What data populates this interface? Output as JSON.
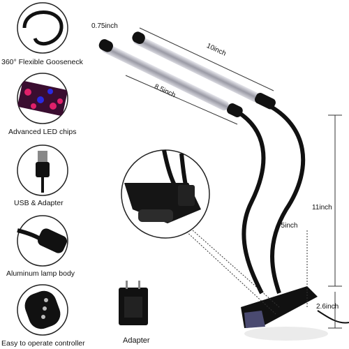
{
  "features": [
    {
      "label": "360° Flexible Gooseneck",
      "icon": "gooseneck-icon"
    },
    {
      "label": "Advanced LED chips",
      "icon": "led-chips-icon"
    },
    {
      "label": "USB & Adapter",
      "icon": "usb-plug-icon"
    },
    {
      "label": "Aluminum lamp body",
      "icon": "lamp-body-icon"
    },
    {
      "label": "Easy to operate controller",
      "icon": "controller-icon"
    }
  ],
  "adapter_label": "Adapter",
  "dimensions": {
    "bar_width": "0.75inch",
    "bar_long": "10inch",
    "bar_short": "8.5inch",
    "neck_height": "11inch",
    "cable_length": "75inch",
    "clip_height": "2.6inch"
  },
  "colors": {
    "led_red": "#e0206a",
    "led_blue": "#2a2ae0",
    "lamp_black": "#111111"
  }
}
